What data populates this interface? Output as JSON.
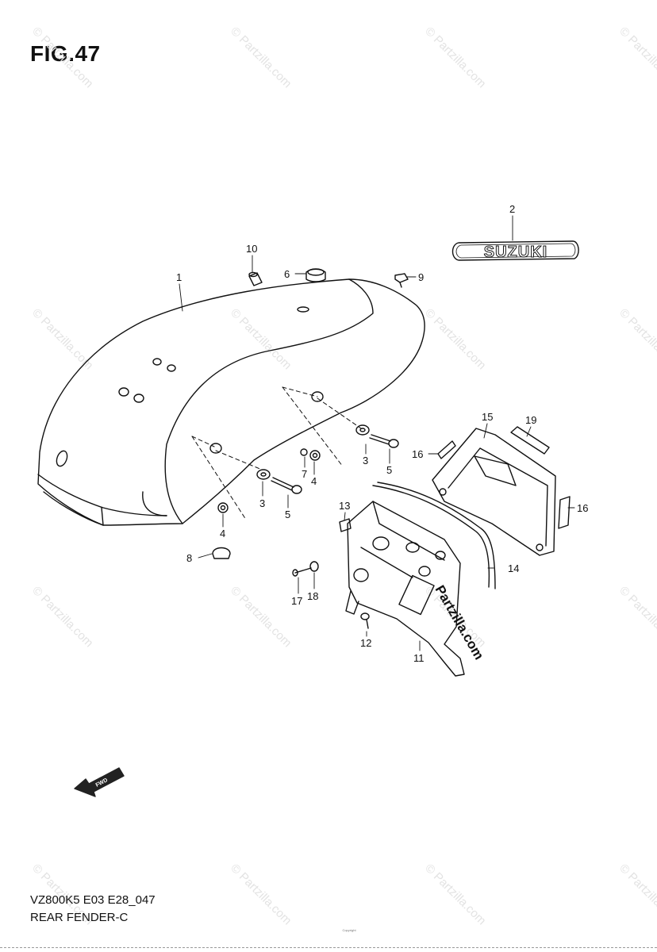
{
  "figure": {
    "title": "FIG.47",
    "code": "VZ800K5 E03 E28_047",
    "name": "REAR FENDER-C"
  },
  "badge_text": "SUZUKI",
  "arrow_text": "FWD",
  "watermark_text": "© Partzilla.com",
  "watermark_inline": "Partzilla.com",
  "copyright_line": "Copyright",
  "callouts": [
    "1",
    "2",
    "3",
    "3",
    "4",
    "4",
    "5",
    "5",
    "6",
    "7",
    "8",
    "9",
    "10",
    "11",
    "12",
    "13",
    "14",
    "15",
    "16",
    "16",
    "17",
    "18",
    "19"
  ]
}
